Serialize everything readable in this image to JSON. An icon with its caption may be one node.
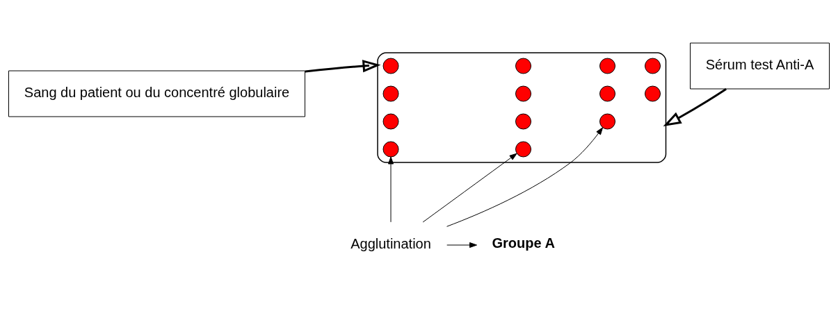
{
  "diagram": {
    "nodes": [
      {
        "text": [
          "Sang du patient ou du concentré globulaire"
        ]
      },
      {
        "text": [],
        "shape": "ellipse"
      },
      {
        "text": [],
        "shape": "circle",
        "in": 1
      },
      {
        "text": [],
        "shape": "circle",
        "in": 1
      },
      {
        "text": [],
        "shape": "circle",
        "in": 1
      },
      {
        "text": [],
        "shape": "circle",
        "in": 1
      },
      {
        "text": [],
        "shape": "circle",
        "in": 1
      },
      {
        "text": [],
        "shape": "circle",
        "in": 1
      },
      {
        "text": [],
        "shape": "circle",
        "in": 1
      },
      {
        "text": [],
        "shape": "circle",
        "in": 1
      },
      {
        "text": [],
        "shape": "circle",
        "in": 1
      },
      {
        "text": [],
        "shape": "circle",
        "in": 1
      },
      {
        "text": [],
        "shape": "circle",
        "in": 1
      },
      {
        "text": [],
        "shape": "circle",
        "in": 1
      },
      {
        "text": [],
        "shape": "circle",
        "in": 1
      },
      {
        "text": [
          "Sérum test Anti-A"
        ]
      },
      {
        "text": [
          "Agglutination"
        ]
      },
      {
        "text": [
          "Groupe A"
        ]
      }
    ],
    "edges": [
      {
        "from": 0,
        "to": 1,
        "arrow": "to",
        "style": "thick"
      },
      {
        "from": 15,
        "to": 1,
        "arrow": "to",
        "style": "thick"
      },
      {
        "from": 16,
        "to": 12,
        "arrow": "to"
      },
      {
        "from": 16,
        "to": 14,
        "arrow": "to"
      },
      {
        "from": 16,
        "to": 13,
        "arrow": "to"
      },
      {
        "from": 16,
        "to": 17,
        "arrow": "to"
      }
    ]
  }
}
